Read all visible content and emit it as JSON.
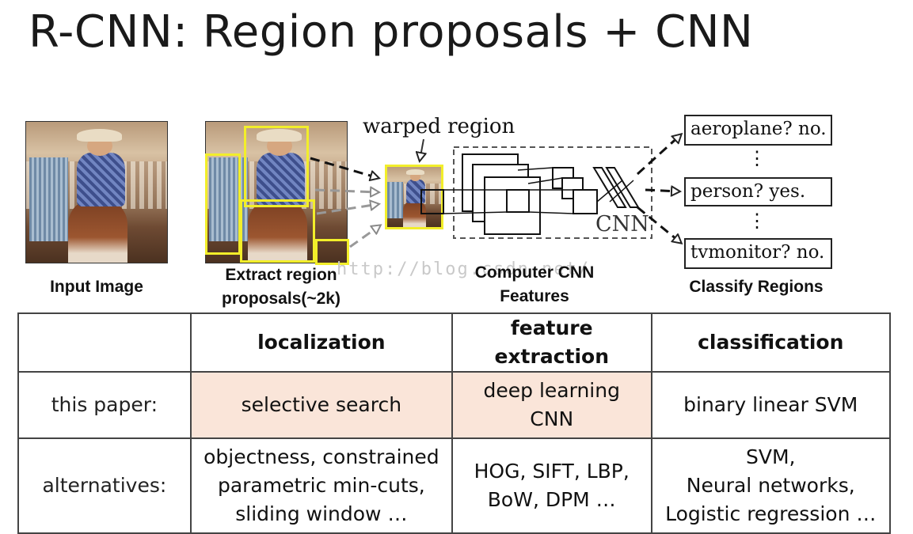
{
  "title": "R-CNN: Region proposals + CNN",
  "pipeline": {
    "input_label": "Input Image",
    "extract_label": "Extract region\nproposals(~2k)",
    "warped_label": "warped region",
    "cnn_label": "CNN",
    "compute_label": "Computer CNN\nFeatures",
    "classify_label": "Classify Regions",
    "classes": [
      "aeroplane? no.",
      "person? yes.",
      "tvmonitor? no."
    ],
    "ellipsis": "⋮",
    "watermark": "http://blog.csdn.net/"
  },
  "table": {
    "headers": [
      "",
      "localization",
      "feature extraction",
      "classification"
    ],
    "rows": [
      {
        "label": "this paper:",
        "cells": [
          "selective search",
          "deep learning\nCNN",
          "binary linear SVM"
        ]
      },
      {
        "label": "alternatives:",
        "cells": [
          "objectness, constrained\nparametric min-cuts,\nsliding window …",
          "HOG, SIFT, LBP,\nBoW, DPM …",
          "SVM,\nNeural networks,\nLogistic regression …"
        ]
      }
    ]
  },
  "colors": {
    "proposal_box": "#f2ee2a",
    "highlight_cell": "#fae5d9"
  },
  "icons": [
    "arrow-dashed",
    "ellipsis-vertical"
  ]
}
